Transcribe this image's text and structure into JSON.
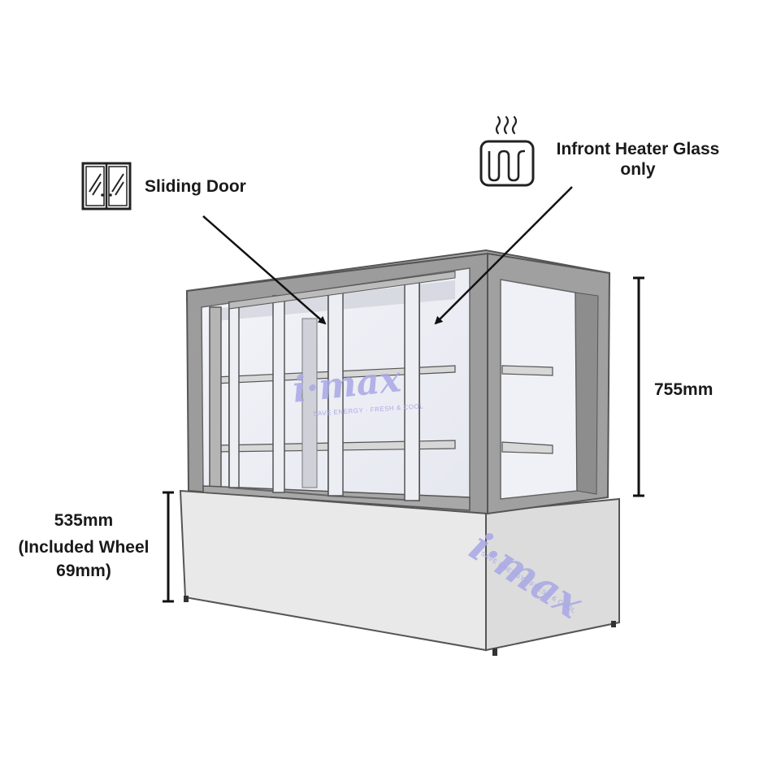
{
  "callouts": {
    "sliding_door": "Sliding Door",
    "heater_line1": "Infront Heater Glass",
    "heater_line2": "only"
  },
  "dimensions": {
    "top_height": "755mm",
    "base_height": "535mm",
    "base_note_line1": "(Included Wheel",
    "base_note_line2": "69mm)"
  },
  "watermark": {
    "brand": "i·max",
    "tagline": "SAVE ENERGY · FRESH & COOL"
  },
  "icons": {
    "sliding_door": "sliding-door-icon",
    "heater": "heater-glass-icon"
  },
  "colors": {
    "frame": "#9a9a9a",
    "frame_dark": "#6f6f6f",
    "glass": "#eef0f6",
    "base": "#e9e9e9",
    "watermark": "#a9a8e6",
    "text": "#1a1a1a"
  }
}
